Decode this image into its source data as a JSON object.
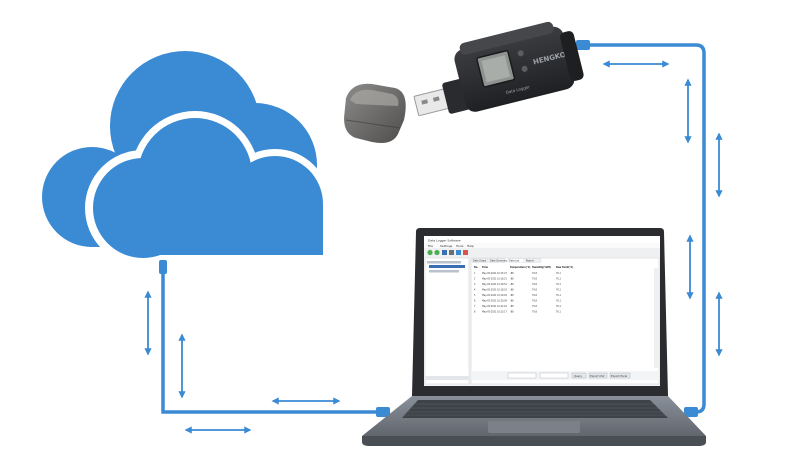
{
  "device": {
    "brand": "HENGKO",
    "model": "Data Logger"
  },
  "software": {
    "window_title": "Data Logger Software",
    "menu": [
      "File",
      "Settings",
      "Tools",
      "Help"
    ],
    "tabs": [
      "Data Graph",
      "Data Summary",
      "Data List",
      "Report"
    ],
    "table_headers": [
      "No.",
      "Time",
      "Temperature(°C)",
      "Humidity(%RH)",
      "Dew Point(°C)"
    ],
    "rows": [
      [
        "1",
        "May-05-2021 10:15:27",
        "-88",
        "79.8",
        "76.1"
      ],
      [
        "2",
        "May-05-2021 10:16:21",
        "-88",
        "79.8",
        "76.1"
      ],
      [
        "3",
        "May-05-2021 10:16:51",
        "-88",
        "79.8",
        "76.1"
      ],
      [
        "4",
        "May-05-2021 10:18:01",
        "-88",
        "79.8",
        "76.1"
      ],
      [
        "5",
        "May-05-2021 10:19:18",
        "-88",
        "79.8",
        "76.1"
      ],
      [
        "6",
        "May-05-2021 10:20:09",
        "-88",
        "79.8",
        "76.1"
      ],
      [
        "7",
        "May-05-2021 10:21:16",
        "-88",
        "79.8",
        "76.1"
      ],
      [
        "8",
        "May-05-2021 10:23:17",
        "-88",
        "79.8",
        "76.1"
      ]
    ],
    "buttons": [
      "Query",
      "Export CSV",
      "Export Excel"
    ]
  },
  "colors": {
    "accent": "#3a8ad4",
    "cloud": "#3a8ad4",
    "laptop_body": "#6b7078",
    "device_body": "#2c2e31"
  }
}
